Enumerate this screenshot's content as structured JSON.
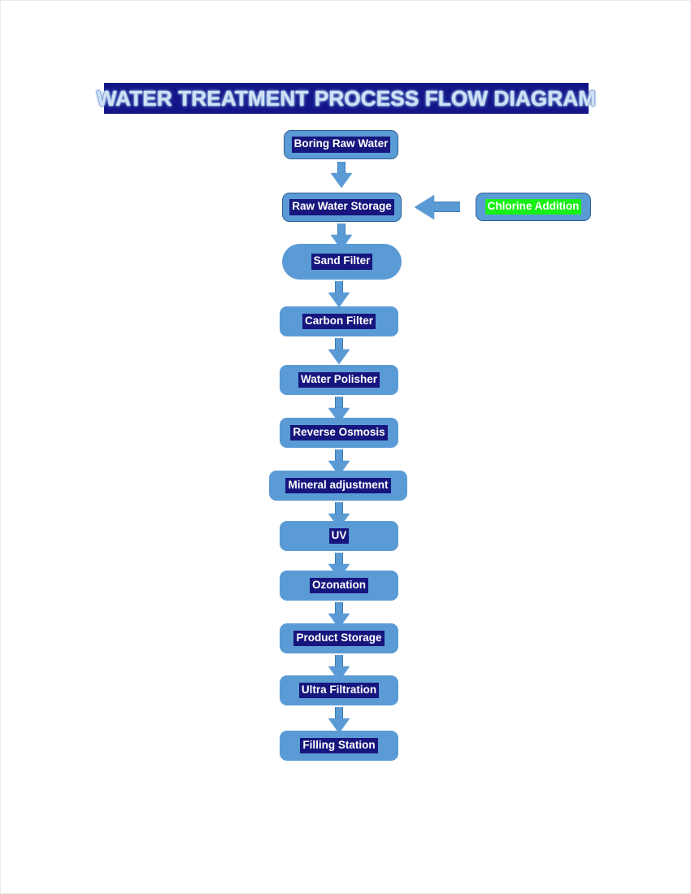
{
  "title": {
    "text": "WATER TREATMENT PROCESS FLOW DIAGRAM",
    "background_color": "#141489",
    "text_color": "#cfe0f5"
  },
  "colors": {
    "node_fill": "#5b9bd5",
    "node_border": "#2e5f96",
    "label_highlight": "#16167e",
    "label_highlight_alt": "#16f016",
    "label_text": "#ffffff",
    "arrow_fill": "#5b9bd5",
    "page_background": "#ffffff"
  },
  "chart_data": {
    "type": "diagram",
    "title": "WATER TREATMENT PROCESS FLOW DIAGRAM",
    "orientation": "top-to-bottom",
    "nodes": [
      {
        "id": "boring-raw-water",
        "label": "Boring Raw Water",
        "shape": "rounded-rect",
        "highlight": "navy"
      },
      {
        "id": "raw-water-storage",
        "label": "Raw Water Storage",
        "shape": "rounded-rect",
        "highlight": "navy"
      },
      {
        "id": "chlorine-addition",
        "label": "Chlorine Addition",
        "shape": "rounded-rect",
        "highlight": "green"
      },
      {
        "id": "sand-filter",
        "label": "Sand Filter",
        "shape": "pill",
        "highlight": "navy"
      },
      {
        "id": "carbon-filter",
        "label": "Carbon Filter",
        "shape": "rounded-rect",
        "highlight": "navy"
      },
      {
        "id": "water-polisher",
        "label": "Water Polisher",
        "shape": "rounded-rect",
        "highlight": "navy"
      },
      {
        "id": "reverse-osmosis",
        "label": "Reverse Osmosis",
        "shape": "rounded-rect",
        "highlight": "navy"
      },
      {
        "id": "mineral-adjustment",
        "label": "Mineral adjustment",
        "shape": "rounded-rect",
        "highlight": "navy"
      },
      {
        "id": "uv",
        "label": "UV",
        "shape": "rounded-rect",
        "highlight": "navy"
      },
      {
        "id": "ozonation",
        "label": "Ozonation",
        "shape": "rounded-rect",
        "highlight": "navy"
      },
      {
        "id": "product-storage",
        "label": "Product Storage",
        "shape": "rounded-rect",
        "highlight": "navy"
      },
      {
        "id": "ultra-filtration",
        "label": "Ultra Filtration",
        "shape": "rounded-rect",
        "highlight": "navy"
      },
      {
        "id": "filling-station",
        "label": "Filling Station",
        "shape": "rounded-rect",
        "highlight": "navy"
      }
    ],
    "edges": [
      {
        "from": "boring-raw-water",
        "to": "raw-water-storage",
        "direction": "down"
      },
      {
        "from": "chlorine-addition",
        "to": "raw-water-storage",
        "direction": "left"
      },
      {
        "from": "raw-water-storage",
        "to": "sand-filter",
        "direction": "down"
      },
      {
        "from": "sand-filter",
        "to": "carbon-filter",
        "direction": "down"
      },
      {
        "from": "carbon-filter",
        "to": "water-polisher",
        "direction": "down"
      },
      {
        "from": "water-polisher",
        "to": "reverse-osmosis",
        "direction": "down"
      },
      {
        "from": "reverse-osmosis",
        "to": "mineral-adjustment",
        "direction": "down"
      },
      {
        "from": "mineral-adjustment",
        "to": "uv",
        "direction": "down"
      },
      {
        "from": "uv",
        "to": "ozonation",
        "direction": "down"
      },
      {
        "from": "ozonation",
        "to": "product-storage",
        "direction": "down"
      },
      {
        "from": "product-storage",
        "to": "ultra-filtration",
        "direction": "down"
      },
      {
        "from": "ultra-filtration",
        "to": "filling-station",
        "direction": "down"
      }
    ]
  }
}
